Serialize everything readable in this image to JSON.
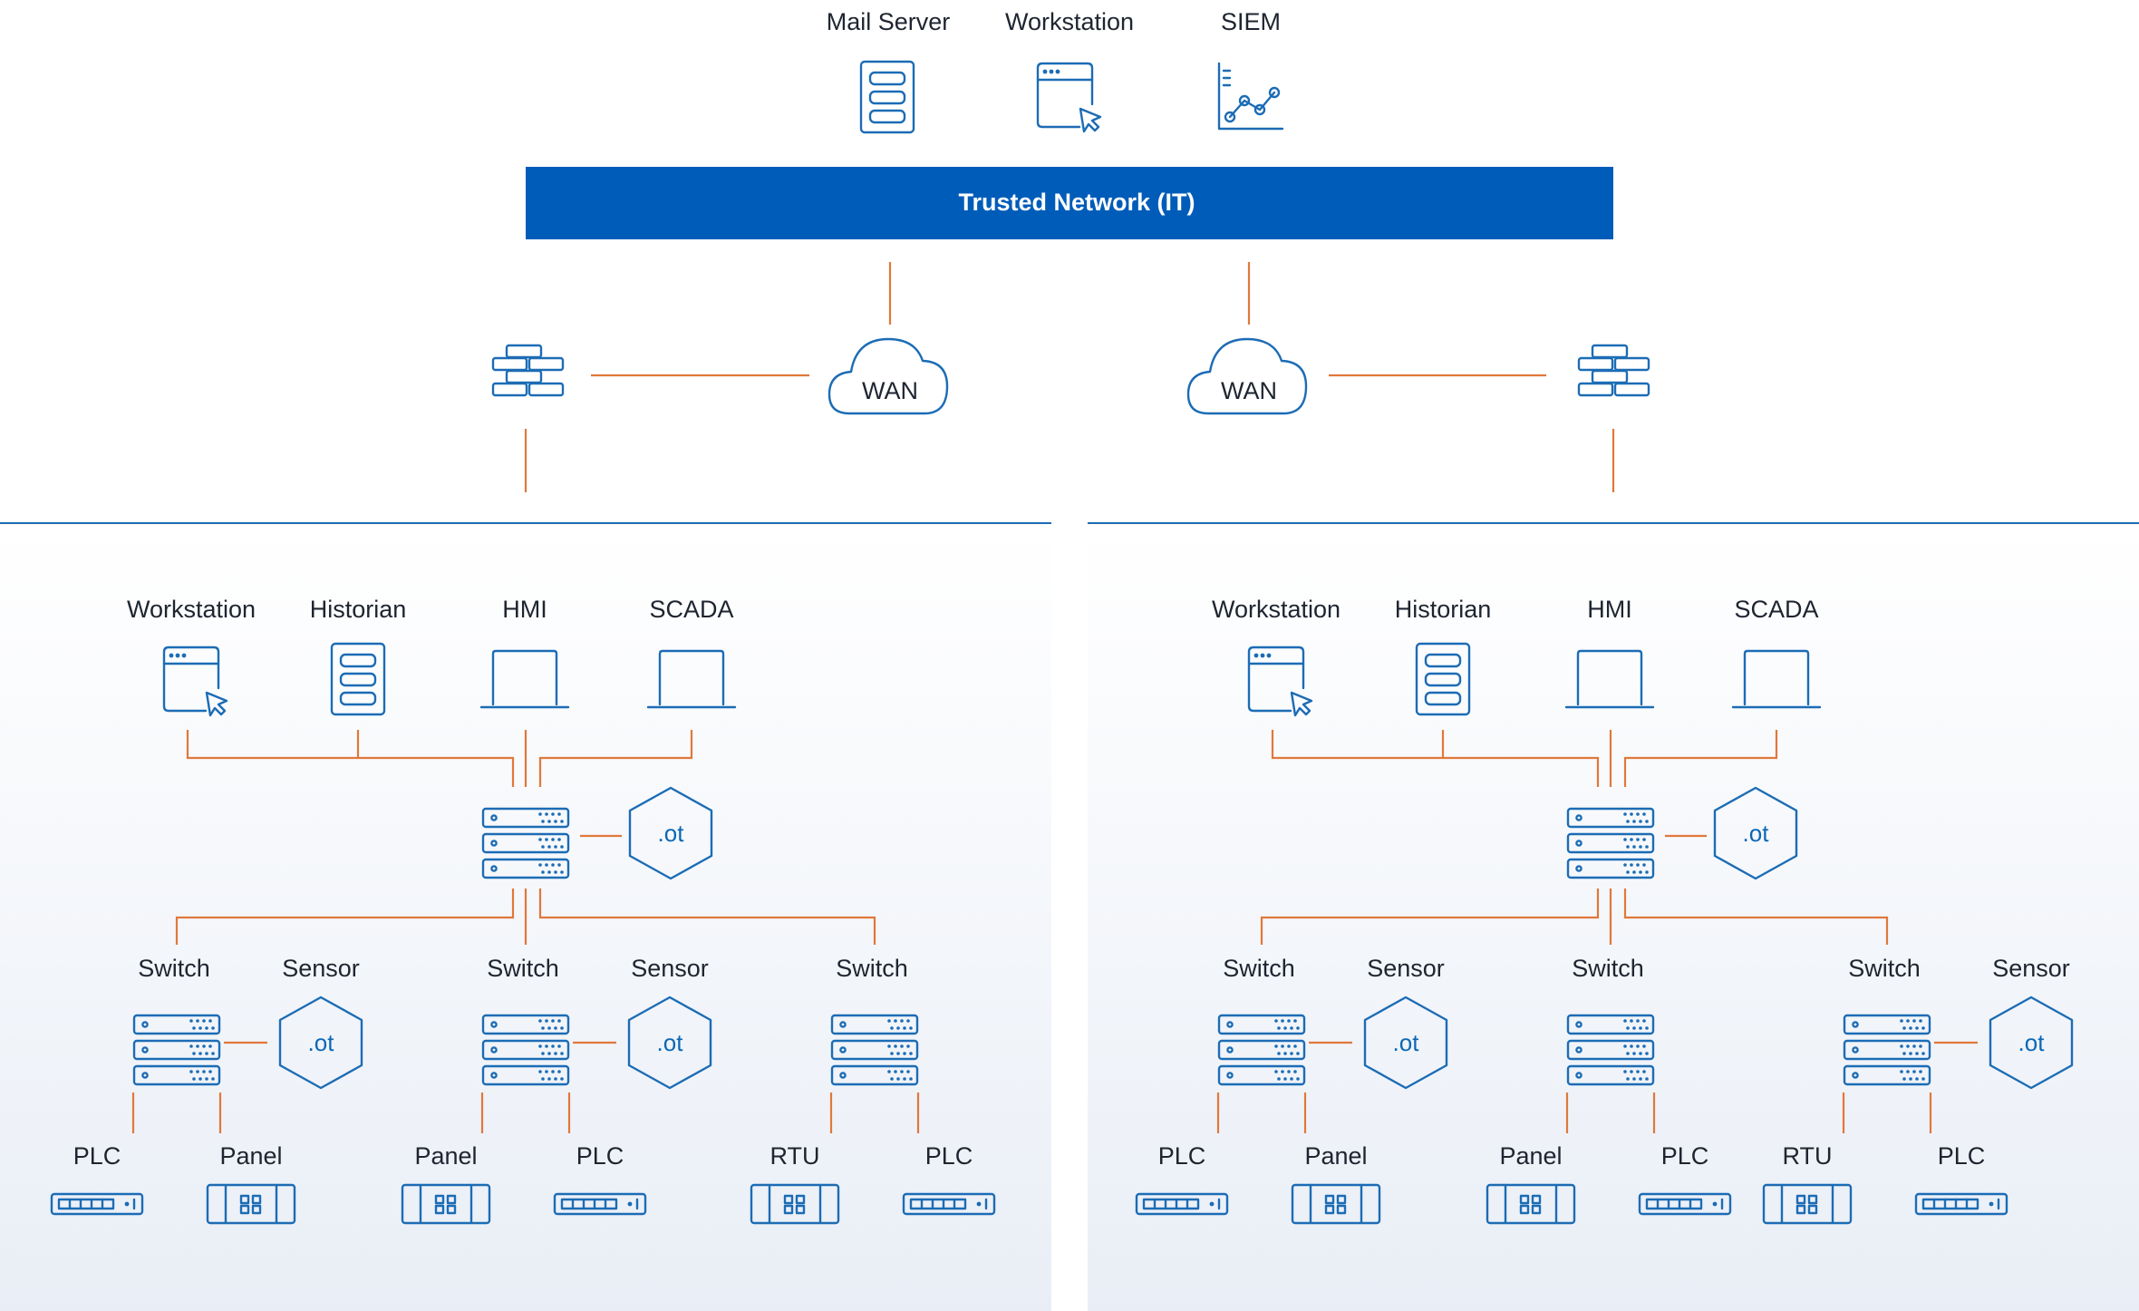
{
  "trusted": {
    "banner": "Trusted Network (IT)",
    "devices": [
      {
        "label": "Mail Server",
        "icon": "server-icon"
      },
      {
        "label": "Workstation",
        "icon": "workstation-icon"
      },
      {
        "label": "SIEM",
        "icon": "siem-chart-icon"
      }
    ]
  },
  "wan": {
    "left": "WAN",
    "right": "WAN"
  },
  "ot_badge": ".ot",
  "sites": [
    {
      "control": [
        "Workstation",
        "Historian",
        "HMI",
        "SCADA"
      ],
      "field": [
        {
          "switch": "Switch",
          "sensor": "Sensor",
          "devices": [
            "PLC",
            "Panel"
          ]
        },
        {
          "switch": "Switch",
          "sensor": "Sensor",
          "devices": [
            "Panel",
            "PLC"
          ]
        },
        {
          "switch": "Switch",
          "devices": [
            "RTU",
            "PLC"
          ]
        }
      ]
    },
    {
      "control": [
        "Workstation",
        "Historian",
        "HMI",
        "SCADA"
      ],
      "field": [
        {
          "switch": "Switch",
          "sensor": "Sensor",
          "devices": [
            "PLC",
            "Panel"
          ]
        },
        {
          "switch": "Switch",
          "devices": [
            "Panel",
            "PLC"
          ]
        },
        {
          "switch": "Switch",
          "sensor": "Sensor",
          "devices": [
            "RTU",
            "PLC"
          ]
        }
      ]
    }
  ],
  "colors": {
    "accent_blue": "#005cb9",
    "icon_blue": "#1c6cb5",
    "connector_orange": "#e0783a",
    "ot_zone_fill": "#eef2f8"
  }
}
